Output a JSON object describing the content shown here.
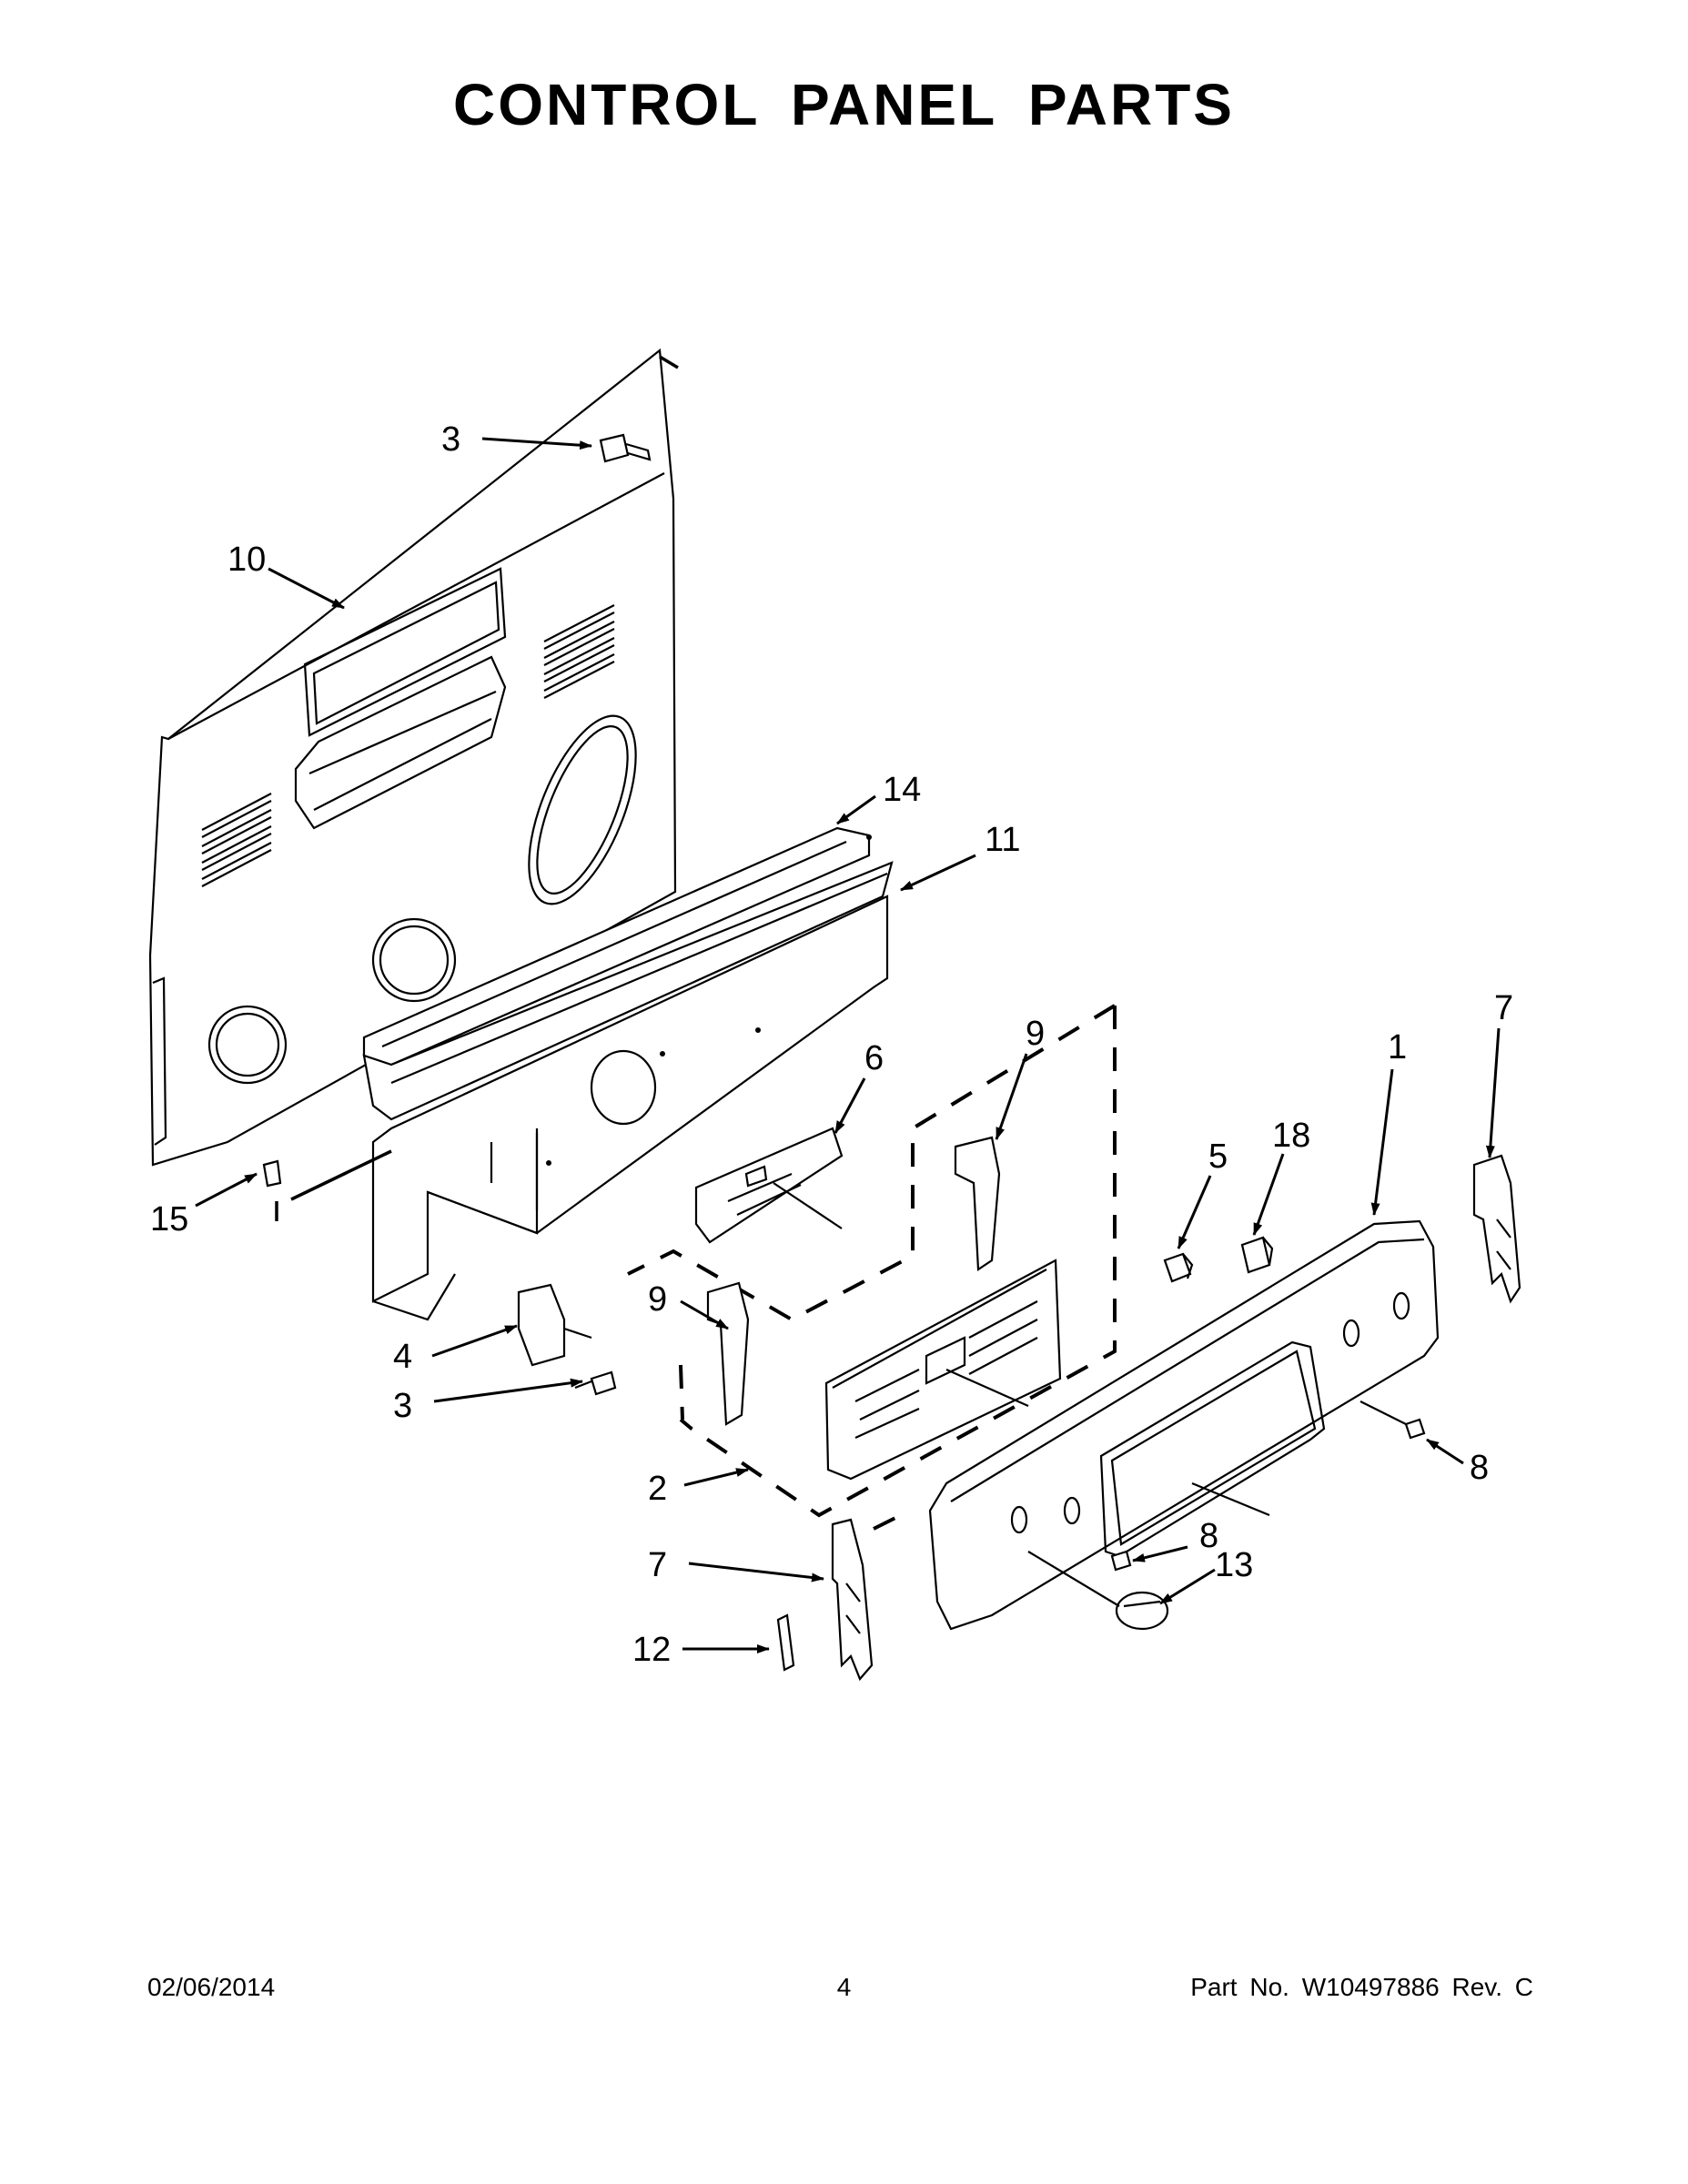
{
  "page": {
    "title": "CONTROL PANEL PARTS"
  },
  "footer": {
    "date": "02/06/2014",
    "page_number": "4",
    "part_number": "Part No.  W10497886  Rev.  C"
  },
  "callouts": {
    "c3_top": "3",
    "c10": "10",
    "c14": "14",
    "c11": "11",
    "c9_right": "9",
    "c6": "6",
    "c7_right": "7",
    "c1": "1",
    "c18": "18",
    "c5": "5",
    "c15": "15",
    "c9_left": "9",
    "c4": "4",
    "c3_bottom": "3",
    "c8_right": "8",
    "c2": "2",
    "c8_bottom": "8",
    "c13": "13",
    "c7_left": "7",
    "c12": "12"
  }
}
